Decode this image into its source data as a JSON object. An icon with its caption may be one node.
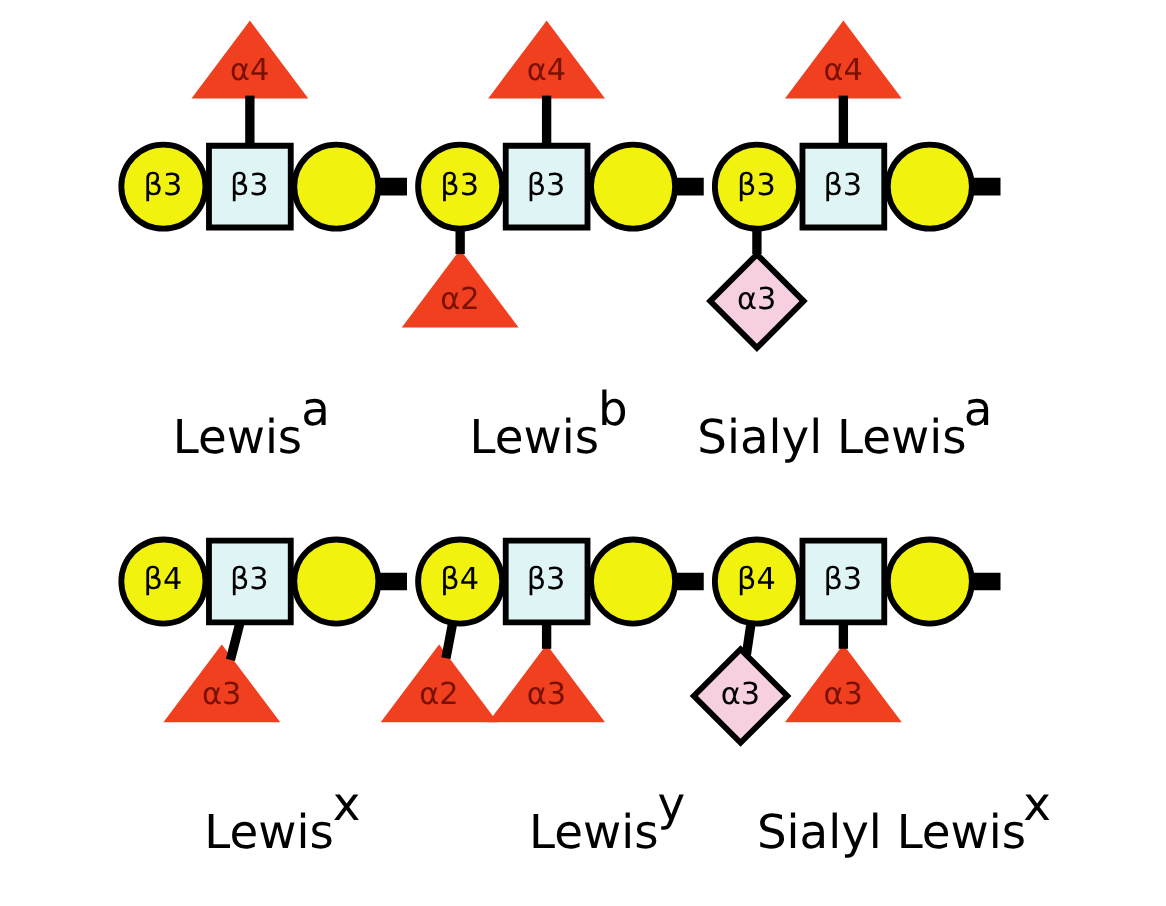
{
  "diagram": {
    "nodes": [
      {
        "text": [
          "α4"
        ]
      },
      {
        "text": [
          "β3"
        ]
      },
      {
        "text": [
          "β3"
        ]
      },
      {
        "text": [],
        "shape": "circle"
      },
      {
        "text": [],
        "shape": "bar"
      },
      {
        "text": [
          "α4"
        ]
      },
      {
        "text": [
          "β3"
        ]
      },
      {
        "text": [
          "β3"
        ]
      },
      {
        "text": [],
        "shape": "circle"
      },
      {
        "text": [],
        "shape": "bar"
      },
      {
        "text": [
          "α2"
        ]
      },
      {
        "text": [
          "α4"
        ]
      },
      {
        "text": [
          "β3"
        ]
      },
      {
        "text": [
          "β3"
        ]
      },
      {
        "text": [],
        "shape": "circle"
      },
      {
        "text": [],
        "shape": "bar"
      },
      {
        "text": [
          "α3"
        ]
      },
      {
        "text": [
          "β4"
        ]
      },
      {
        "text": [
          "β3"
        ]
      },
      {
        "text": [],
        "shape": "circle"
      },
      {
        "text": [],
        "shape": "bar"
      },
      {
        "text": [
          "α3"
        ]
      },
      {
        "text": [
          "β4"
        ]
      },
      {
        "text": [
          "β3"
        ]
      },
      {
        "text": [],
        "shape": "circle"
      },
      {
        "text": [],
        "shape": "bar"
      },
      {
        "text": [
          "α2"
        ]
      },
      {
        "text": [
          "α3"
        ]
      },
      {
        "text": [
          "β4"
        ]
      },
      {
        "text": [
          "β3"
        ]
      },
      {
        "text": [],
        "shape": "circle"
      },
      {
        "text": [],
        "shape": "bar"
      },
      {
        "text": [
          "α3"
        ]
      },
      {
        "text": [
          "α3"
        ]
      }
    ],
    "edges": [
      {
        "from": 0,
        "to": 2,
        "arrow": "none"
      },
      {
        "from": 5,
        "to": 7,
        "arrow": "none"
      },
      {
        "from": 6,
        "to": 10,
        "arrow": "none"
      },
      {
        "from": 11,
        "to": 13,
        "arrow": "none"
      },
      {
        "from": 12,
        "to": 16,
        "arrow": "none"
      },
      {
        "from": 18,
        "to": 21,
        "arrow": "none"
      },
      {
        "from": 22,
        "to": 26,
        "arrow": "none"
      },
      {
        "from": 23,
        "to": 27,
        "arrow": "none"
      },
      {
        "from": 28,
        "to": 32,
        "arrow": "none"
      },
      {
        "from": 29,
        "to": 33,
        "arrow": "none"
      }
    ],
    "labels": [
      "Lewis$^{a}$",
      "Lewis$^{b}$",
      "Sialyl Lewis$^{a}$",
      "Lewis$^{x}$",
      "Lewis$^{y}$",
      "Sialyl Lewis$^{x}$"
    ]
  }
}
